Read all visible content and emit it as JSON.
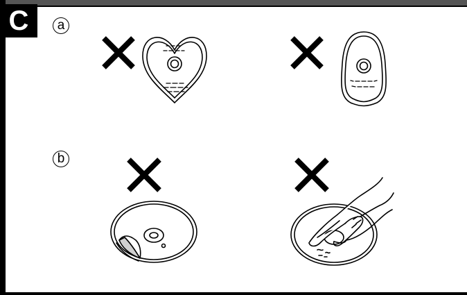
{
  "section": {
    "letter": "C"
  },
  "groups": [
    {
      "label": "a",
      "items": [
        "heart-shaped-disc",
        "teardrop-shaped-disc"
      ]
    },
    {
      "label": "b",
      "items": [
        "disc-with-label-peeling",
        "disc-touched-by-fingers"
      ]
    }
  ],
  "colors": {
    "ink": "#000000",
    "rule": "#555555",
    "background": "#ffffff"
  }
}
